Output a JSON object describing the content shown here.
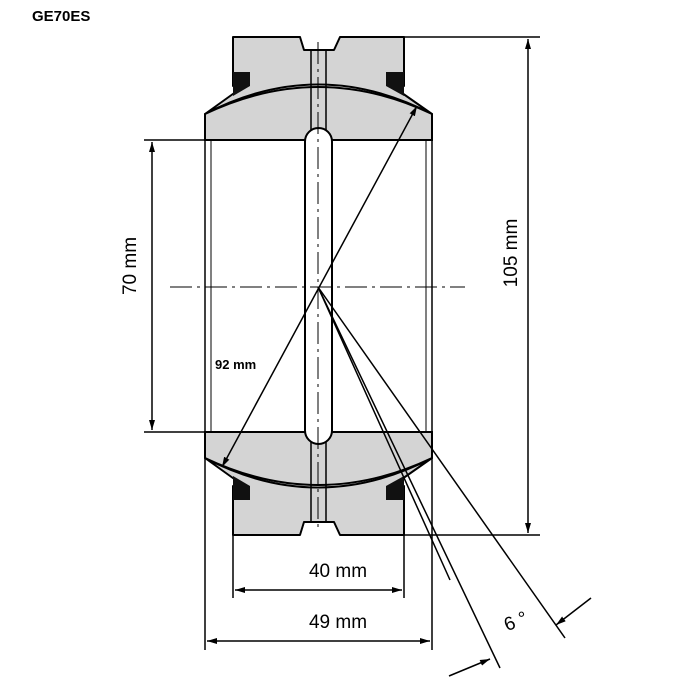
{
  "title": "GE70ES",
  "labels": {
    "bore": "70 mm",
    "outer": "105 mm",
    "sphere": "92 mm",
    "inner_width": "40 mm",
    "outer_width": "49 mm",
    "tilt": "6 °"
  }
}
